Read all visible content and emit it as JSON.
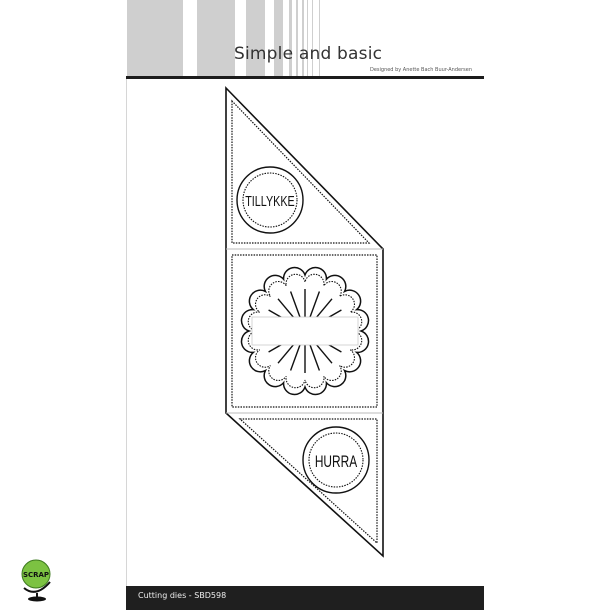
{
  "header": {
    "title": "Simple and basic",
    "designer": "Designed by Anette Bach Buur-Andersen"
  },
  "product": {
    "top_label": "TILLYKKE",
    "bottom_label": "HURRA"
  },
  "footer": {
    "text": "Cutting dies - SBD598"
  },
  "logo": {
    "text": "SCRAP",
    "icon": "globe-icon"
  },
  "colors": {
    "stripe": "#cfcfcf",
    "bar": "#1f1f1f",
    "logo_green": "#7cc242"
  }
}
